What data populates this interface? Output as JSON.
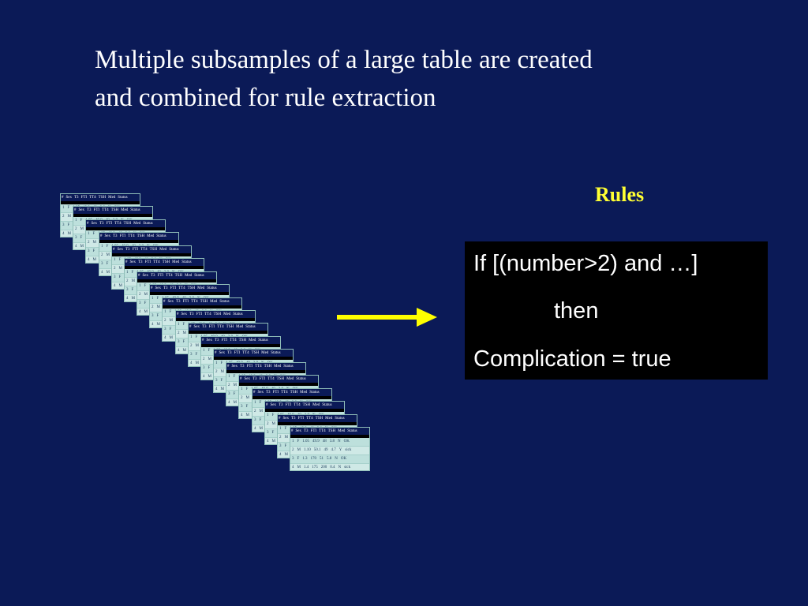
{
  "slide": {
    "title_line1": "Multiple subsamples of a large table are created",
    "title_line2": "and combined for rule extraction",
    "rules_label": "Rules",
    "rule": {
      "line1": "If [(number>2) and …]",
      "line2": "then",
      "line3": "Complication = true"
    }
  },
  "colors": {
    "background": "#0b1a57",
    "title_text": "#ffffff",
    "rules_label": "#ffff33",
    "rule_box": "#000000",
    "arrow": "#ffff00",
    "table_cell": "#cfe9e6"
  },
  "subsample_table": {
    "columns": [
      "#",
      "Sex",
      "T3",
      "FTI",
      "TT4",
      "TSH",
      "Med",
      "Status"
    ],
    "rows": [
      [
        "1",
        "F",
        "1.05",
        "49.9",
        "48",
        "3.8",
        "N",
        "OK"
      ],
      [
        "2",
        "M",
        "1.10",
        "50.1",
        "49",
        "4.7",
        "Y",
        "sick"
      ],
      [
        "3",
        "F",
        "1.3",
        "170",
        "51",
        "5.8",
        "N",
        "OK"
      ],
      [
        "4",
        "M",
        "1.4",
        "175",
        "200",
        "0.4",
        "N",
        "sick"
      ]
    ],
    "copies": 19
  }
}
